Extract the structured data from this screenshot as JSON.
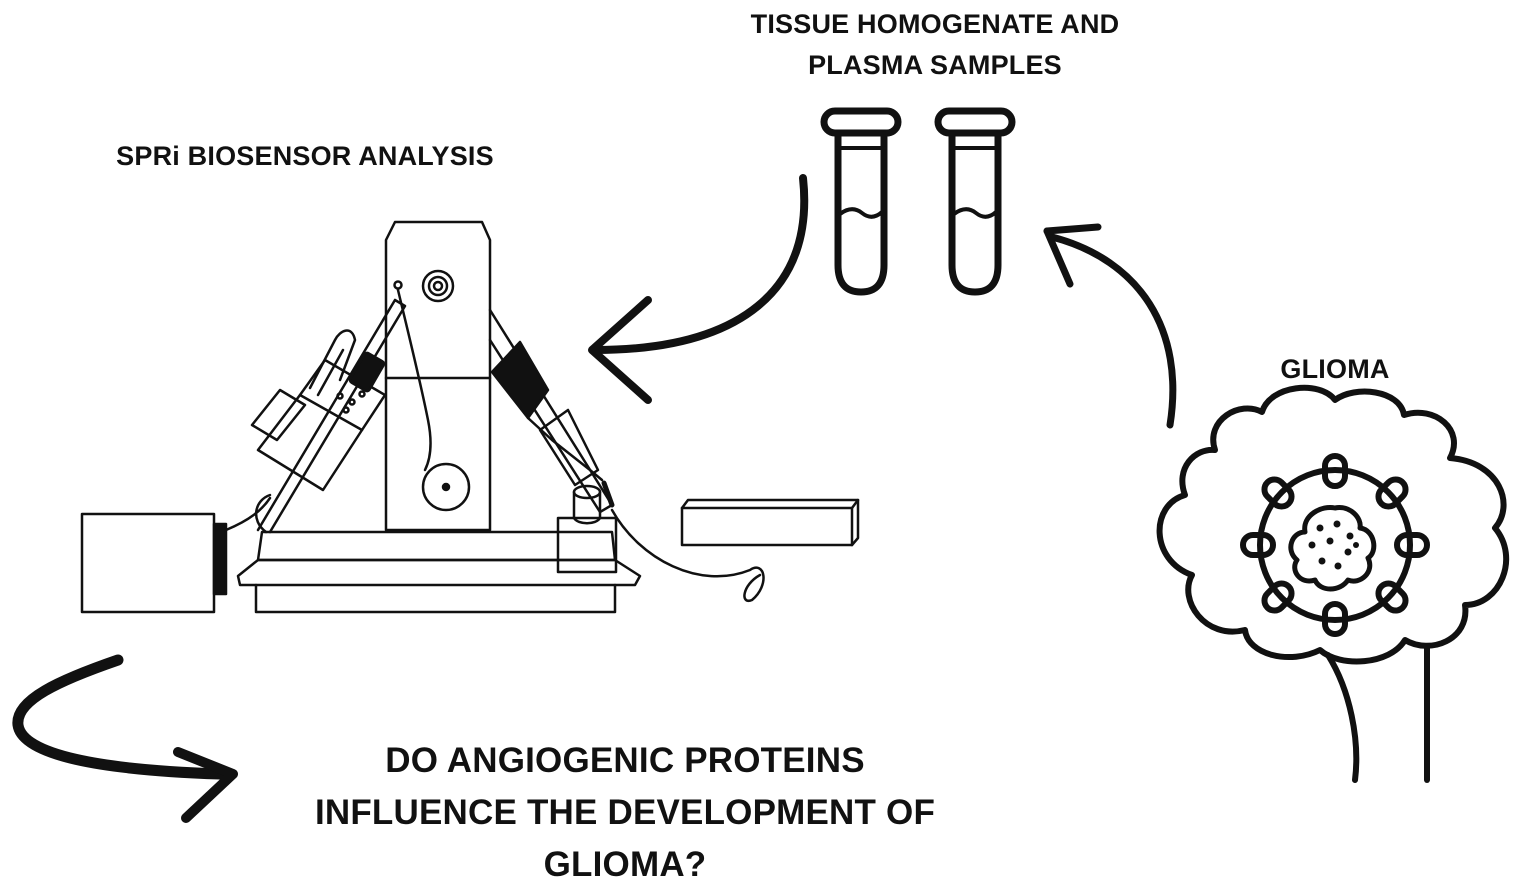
{
  "labels": {
    "tubes_line1": "TISSUE HOMOGENATE AND",
    "tubes_line2": "PLASMA SAMPLES",
    "spri": "SPRi BIOSENSOR ANALYSIS",
    "glioma": "GLIOMA",
    "question_line1": "DO ANGIOGENIC PROTEINS",
    "question_line2": "INFLUENCE THE DEVELOPMENT OF",
    "question_line3": "GLIOMA?"
  },
  "icons": [
    "test-tube-icon",
    "spri-instrument-icon",
    "brain-tumor-icon",
    "curved-arrow-icon"
  ],
  "colors": {
    "ink": "#111111",
    "background": "#ffffff"
  }
}
